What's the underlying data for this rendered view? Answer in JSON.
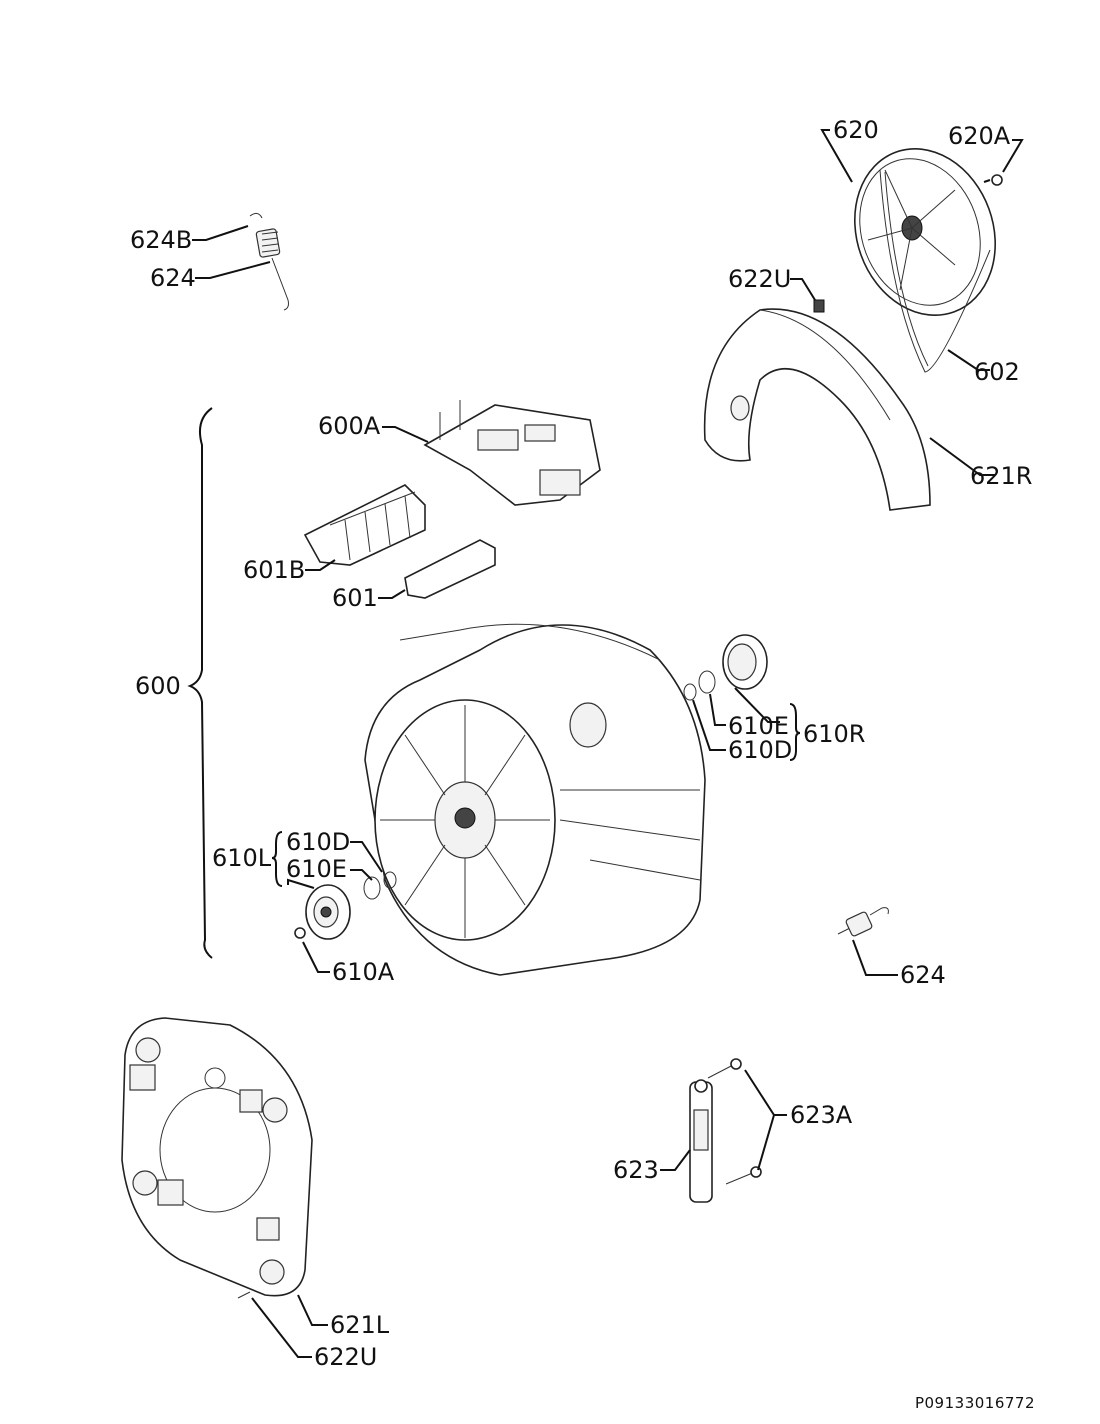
{
  "labels": {
    "p620": "620",
    "p620A": "620A",
    "p624B": "624B",
    "p624_top": "624",
    "p622U_top": "622U",
    "p602": "602",
    "p600A": "600A",
    "p621R": "621R",
    "p601B": "601B",
    "p601": "601",
    "p600": "600",
    "p610E_right": "610E",
    "p610D_right": "610D",
    "p610R": "610R",
    "p610L": "610L",
    "p610D_left": "610D",
    "p610E_left": "610E",
    "p610A": "610A",
    "p624_bottom": "624",
    "p623A": "623A",
    "p623": "623",
    "p621L": "621L",
    "p622U_bottom": "622U"
  },
  "document_code": "P09133016772",
  "icons": [
    "pulley",
    "belt",
    "spring",
    "clip",
    "screw",
    "tub-cover",
    "fixing-plate",
    "counterweight",
    "tub",
    "bearing-housing",
    "seal",
    "o-ring",
    "washer",
    "rear-cover",
    "shock-absorber",
    "pin"
  ]
}
